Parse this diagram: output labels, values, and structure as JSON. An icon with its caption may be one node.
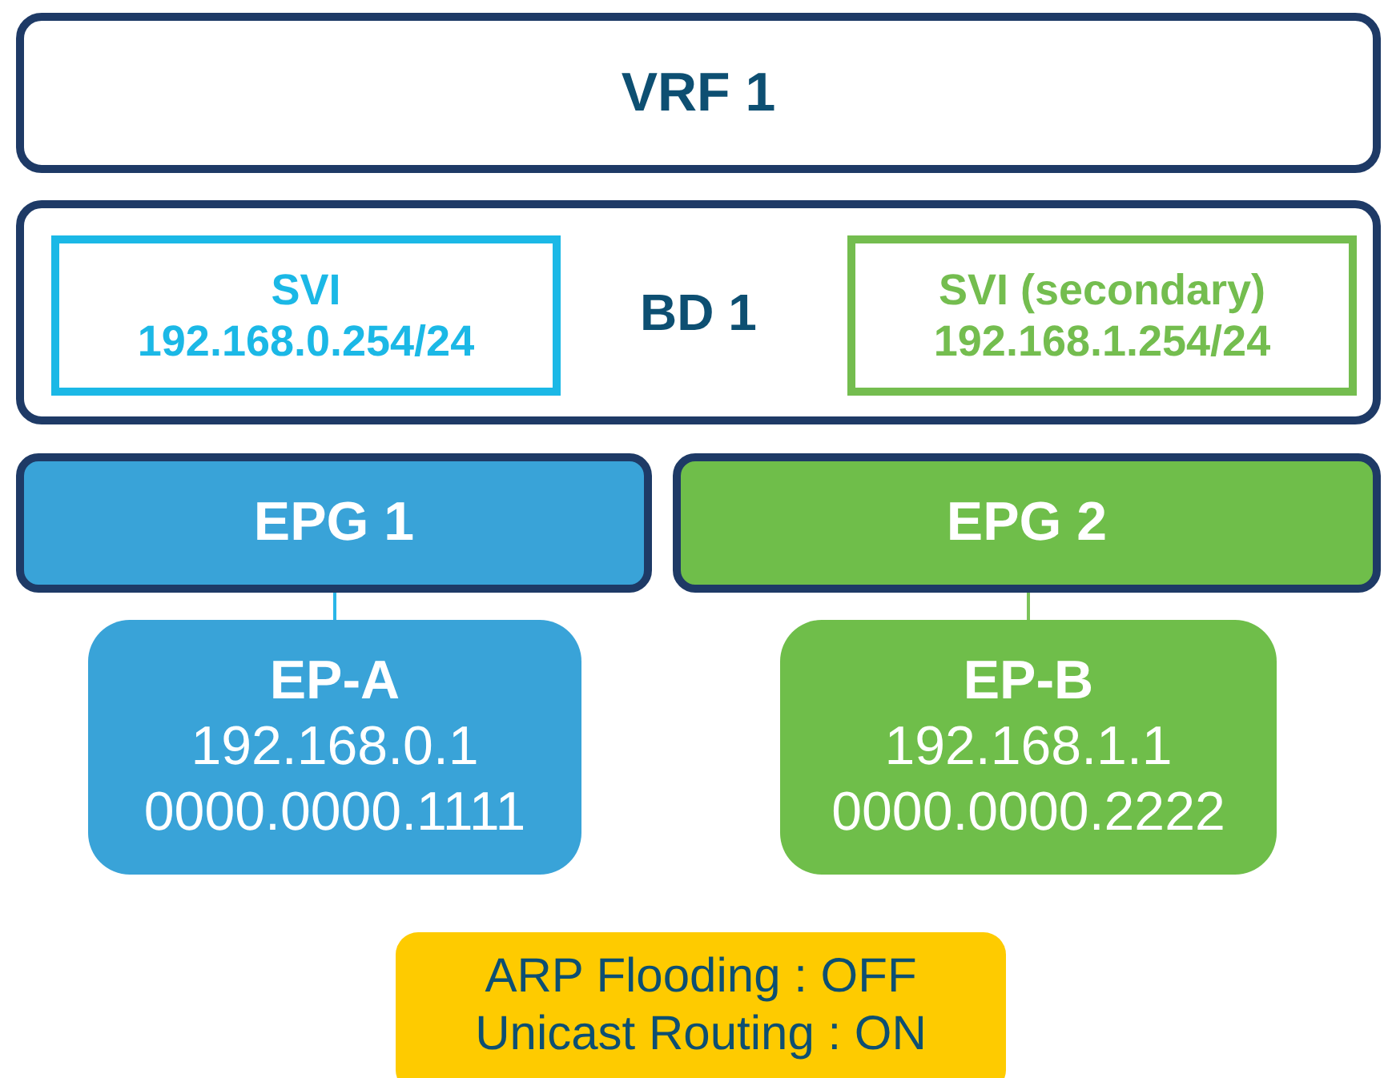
{
  "diagram": {
    "nodes": [
      {
        "text": [
          "VRF 1"
        ]
      },
      {
        "text": [
          "BD 1"
        ]
      },
      {
        "text": [
          "SVI",
          "192.168.0.254/24"
        ],
        "in": 1
      },
      {
        "text": [
          "SVI (secondary)",
          "192.168.1.254/24"
        ],
        "in": 1
      },
      {
        "text": [
          "EPG 1"
        ]
      },
      {
        "text": [
          "EPG 2"
        ]
      },
      {
        "text": [
          "EP-A",
          "192.168.0.1",
          "0000.0000.1111"
        ]
      },
      {
        "text": [
          "EP-B",
          "192.168.1.1",
          "0000.0000.2222"
        ]
      },
      {
        "text": [
          "ARP Flooding : OFF",
          "Unicast Routing : ON"
        ]
      }
    ],
    "edges": [
      {
        "from": 4,
        "to": 6,
        "arrow": "none",
        "color": "#29b6e8"
      },
      {
        "from": 5,
        "to": 7,
        "arrow": "none",
        "color": "#7cc35a"
      }
    ]
  }
}
